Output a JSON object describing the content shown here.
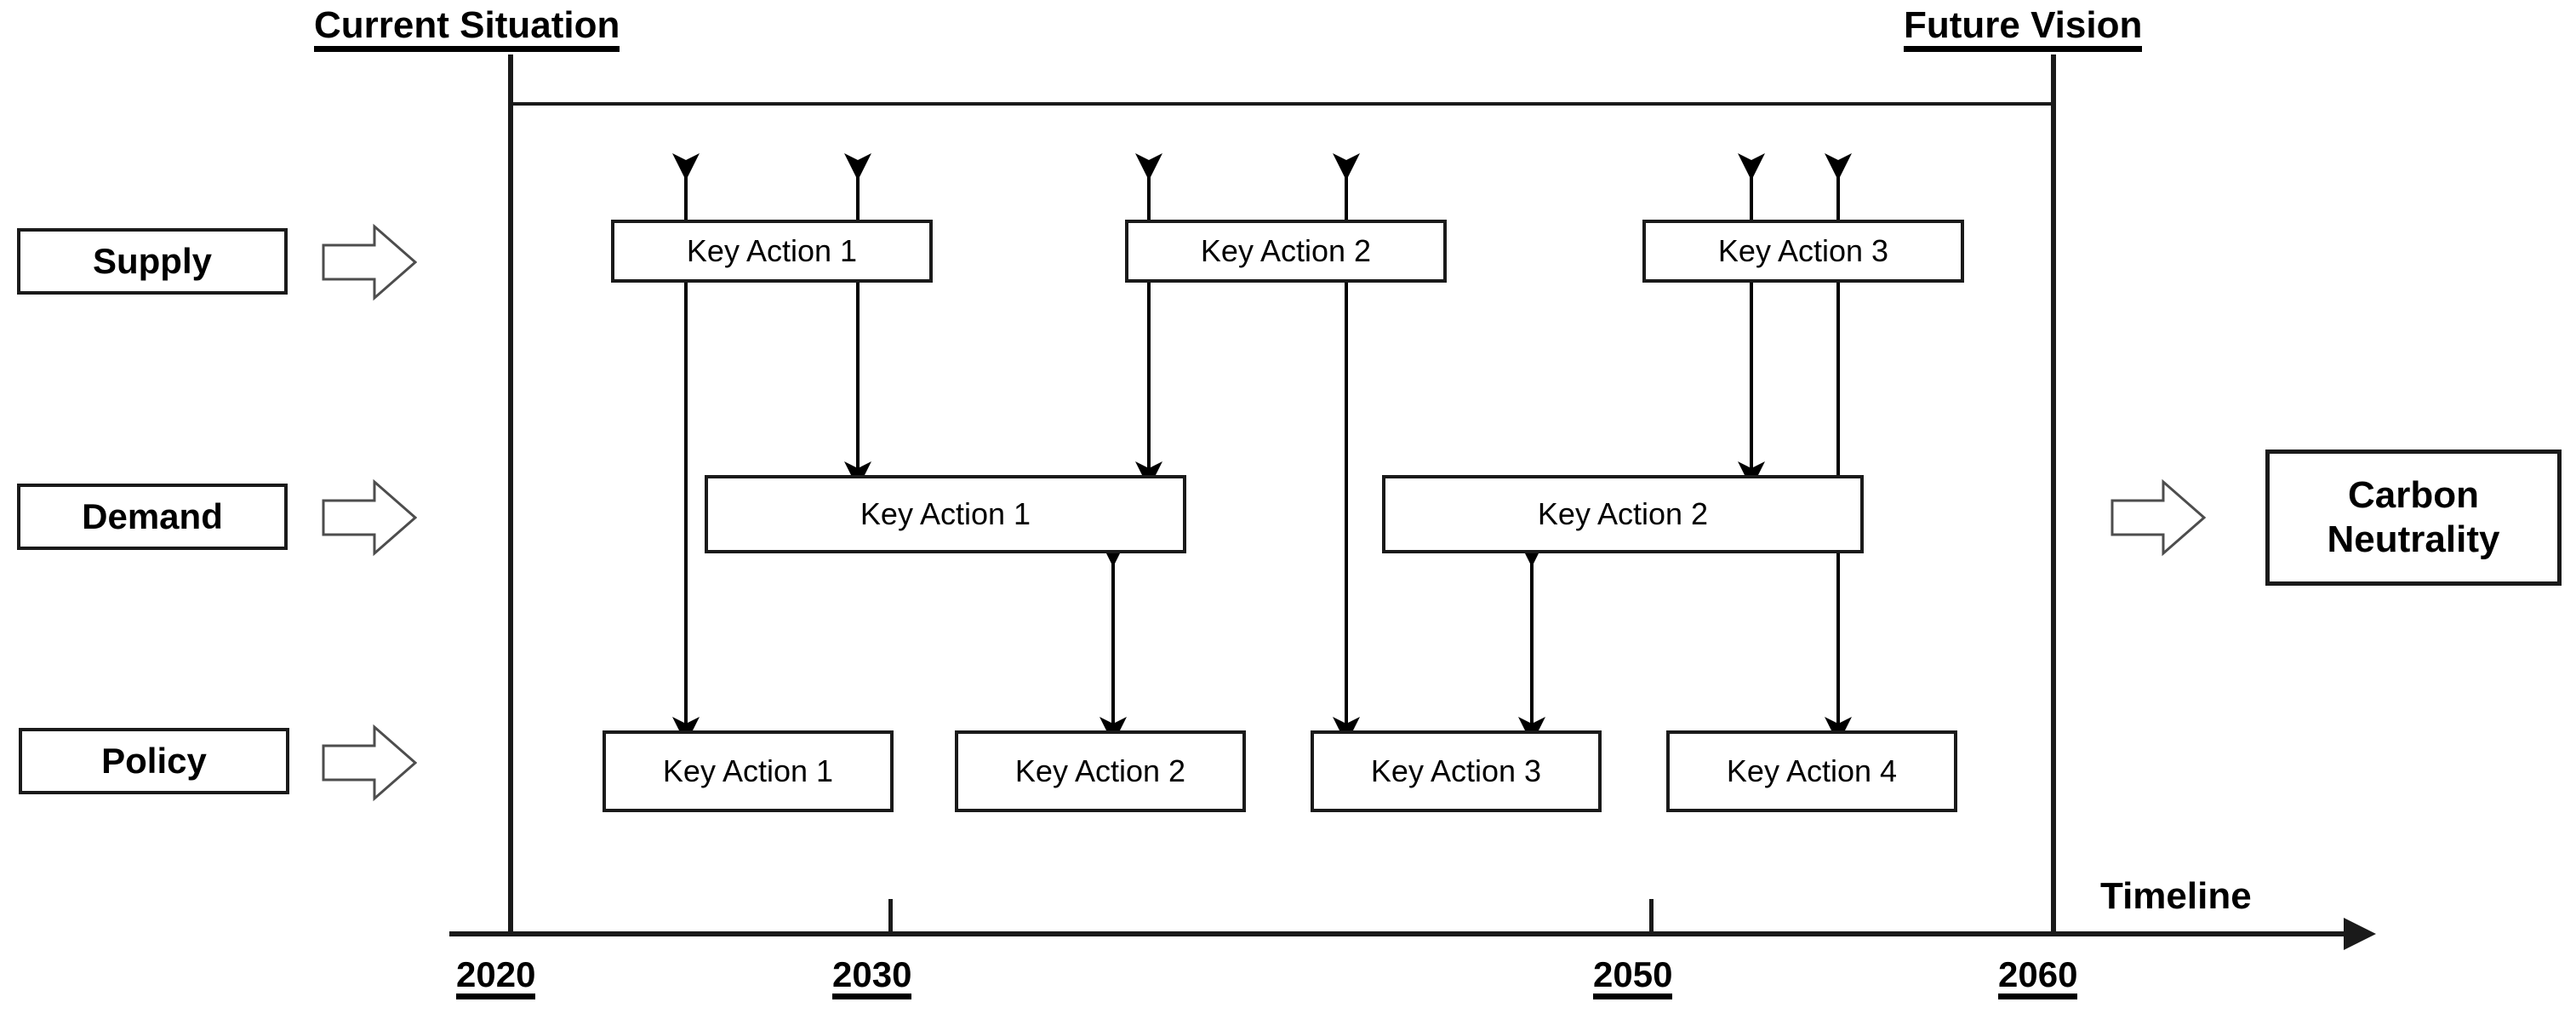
{
  "headings": {
    "current": "Current Situation",
    "future": "Future Vision"
  },
  "categories": [
    {
      "label": "Supply",
      "arrow_icon": "block-arrow-right-icon"
    },
    {
      "label": "Demand",
      "arrow_icon": "block-arrow-right-icon"
    },
    {
      "label": "Policy",
      "arrow_icon": "block-arrow-right-icon"
    }
  ],
  "outcome": {
    "arrow_icon": "block-arrow-right-icon",
    "line1": "Carbon",
    "line2": "Neutrality"
  },
  "rows": {
    "supply": [
      {
        "label": "Key Action 1"
      },
      {
        "label": "Key Action 2"
      },
      {
        "label": "Key Action 3"
      }
    ],
    "demand": [
      {
        "label": "Key Action 1"
      },
      {
        "label": "Key Action 2"
      }
    ],
    "policy": [
      {
        "label": "Key Action 1"
      },
      {
        "label": "Key Action 2"
      },
      {
        "label": "Key Action 3"
      },
      {
        "label": "Key Action 4"
      }
    ]
  },
  "timeline": {
    "label": "Timeline",
    "years": [
      "2020",
      "2030",
      "2050",
      "2060"
    ]
  },
  "colors": {
    "stroke": "#1a1a1a",
    "text": "#000000",
    "background": "#ffffff"
  }
}
